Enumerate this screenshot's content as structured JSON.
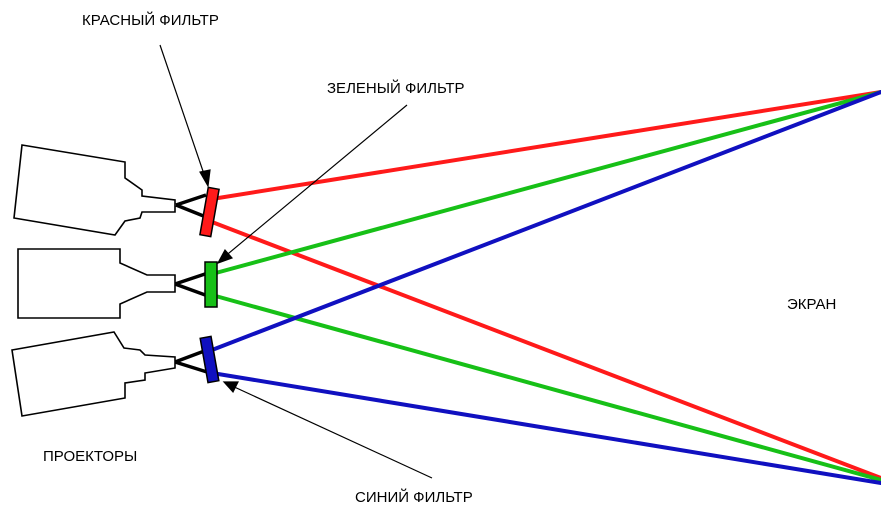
{
  "labels": {
    "red_filter": "КРАСНЫЙ ФИЛЬТР",
    "green_filter": "ЗЕЛЕНЫЙ ФИЛЬТР",
    "blue_filter": "СИНИЙ ФИЛЬТР",
    "projectors": "ПРОЕКТОРЫ",
    "screen": "ЭКРАН"
  },
  "colors": {
    "red": "#ff1a1a",
    "green": "#17c017",
    "blue": "#1010c0",
    "outline": "#000000"
  }
}
